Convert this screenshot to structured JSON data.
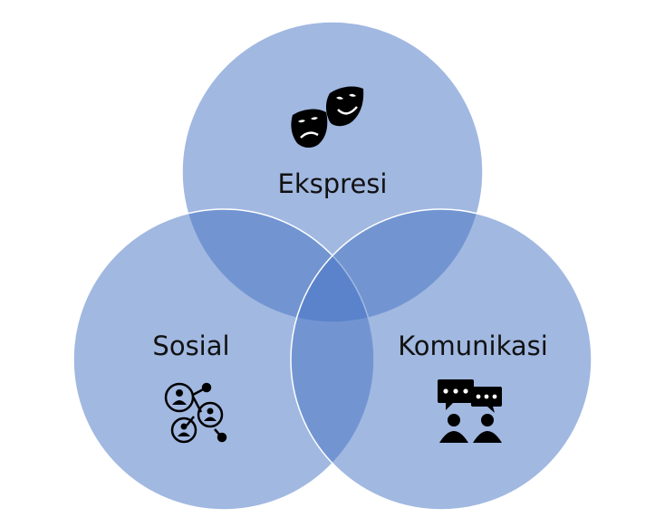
{
  "diagram": {
    "circles": [
      {
        "id": "top",
        "label": "Ekspresi",
        "icon": "theater-masks-icon"
      },
      {
        "id": "left",
        "label": "Sosial",
        "icon": "social-network-icon"
      },
      {
        "id": "right",
        "label": "Komunikasi",
        "icon": "conversation-icon"
      }
    ]
  },
  "colors": {
    "circle_fill": "#4472c4",
    "circle_opacity": 0.5,
    "circle_stroke": "#ffffff",
    "icon": "#000000"
  }
}
